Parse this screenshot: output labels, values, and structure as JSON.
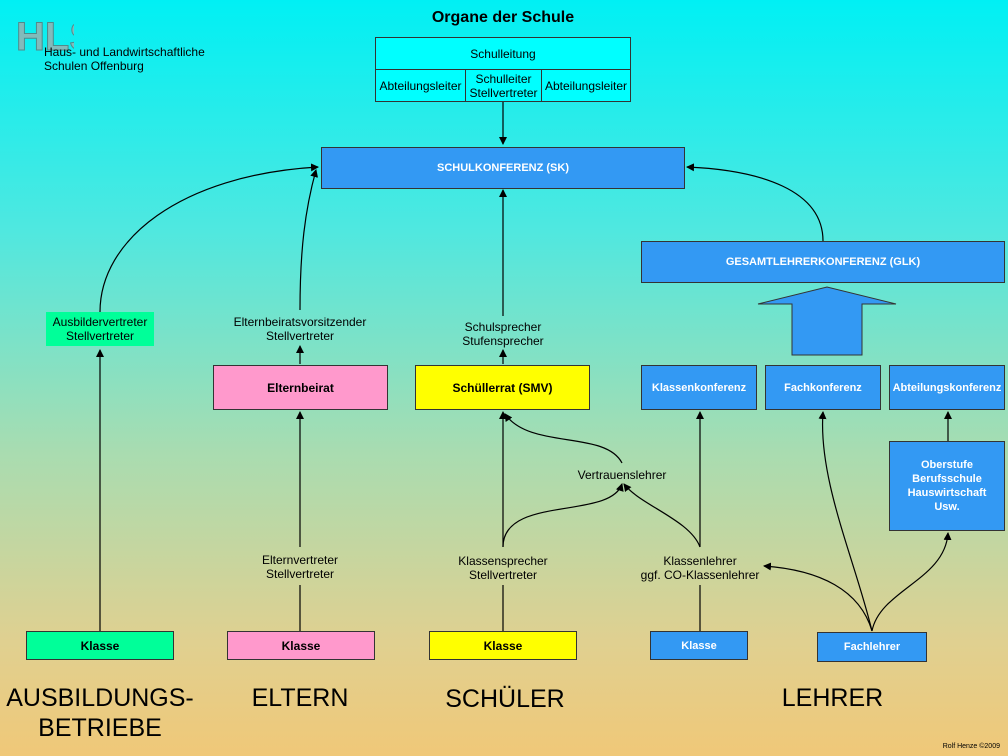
{
  "title": "Organe der Schule",
  "organization": {
    "logo_text": "HLS",
    "name": "Haus- und Landwirtschaftliche\nSchulen Offenburg"
  },
  "credit": "Rolf Henze ©2009",
  "top_block": {
    "schulleitung": "Schulleitung",
    "abteilungsleiter_left": "Abteilungsleiter",
    "schulleiter_stellvertreter": "Schulleiter\nStellvertreter",
    "abteilungsleiter_right": "Abteilungsleiter"
  },
  "nodes": {
    "schulkonferenz": "SCHULKONFERENZ (SK)",
    "gesamtlehrerkonferenz": "GESAMTLEHRERKONFERENZ (GLK)",
    "ausbildervertreter": "Ausbildervertreter\nStellvertreter",
    "elternbeiratsvorsitzender": "Elternbeiratsvorsitzender\nStellvertreter",
    "schulsprecher": "Schulsprecher\nStufensprecher",
    "elternbeirat": "Elternbeirat",
    "schuellerrat": "Schüllerrat (SMV)",
    "klassenkonferenz": "Klassenkonferenz",
    "fachkonferenz": "Fachkonferenz",
    "abteilungskonferenz": "Abteilungskonferenz",
    "vertrauenslehrer": "Vertrauenslehrer",
    "abteilungen": "Oberstufe\nBerufsschule\nHauswirtschaft\nUsw.",
    "elternvertreter": "Elternvertreter\nStellvertreter",
    "klassensprecher": "Klassensprecher\nStellvertreter",
    "klassenlehrer": "Klassenlehrer\nggf. CO-Klassenlehrer",
    "klasse_betriebe": "Klasse",
    "klasse_eltern": "Klasse",
    "klasse_schueler": "Klasse",
    "klasse_lehrer": "Klasse",
    "fachlehrer": "Fachlehrer"
  },
  "groups": {
    "betriebe": "AUSBILDUNGS-\nBETRIEBE",
    "eltern": "ELTERN",
    "schueler": "SCHÜLER",
    "lehrer": "LEHRER"
  },
  "colors": {
    "blue": "#3399f3",
    "pink": "#ff99cc",
    "yellow": "#ffff00",
    "green": "#00ff99",
    "cyan": "#00ffff"
  }
}
